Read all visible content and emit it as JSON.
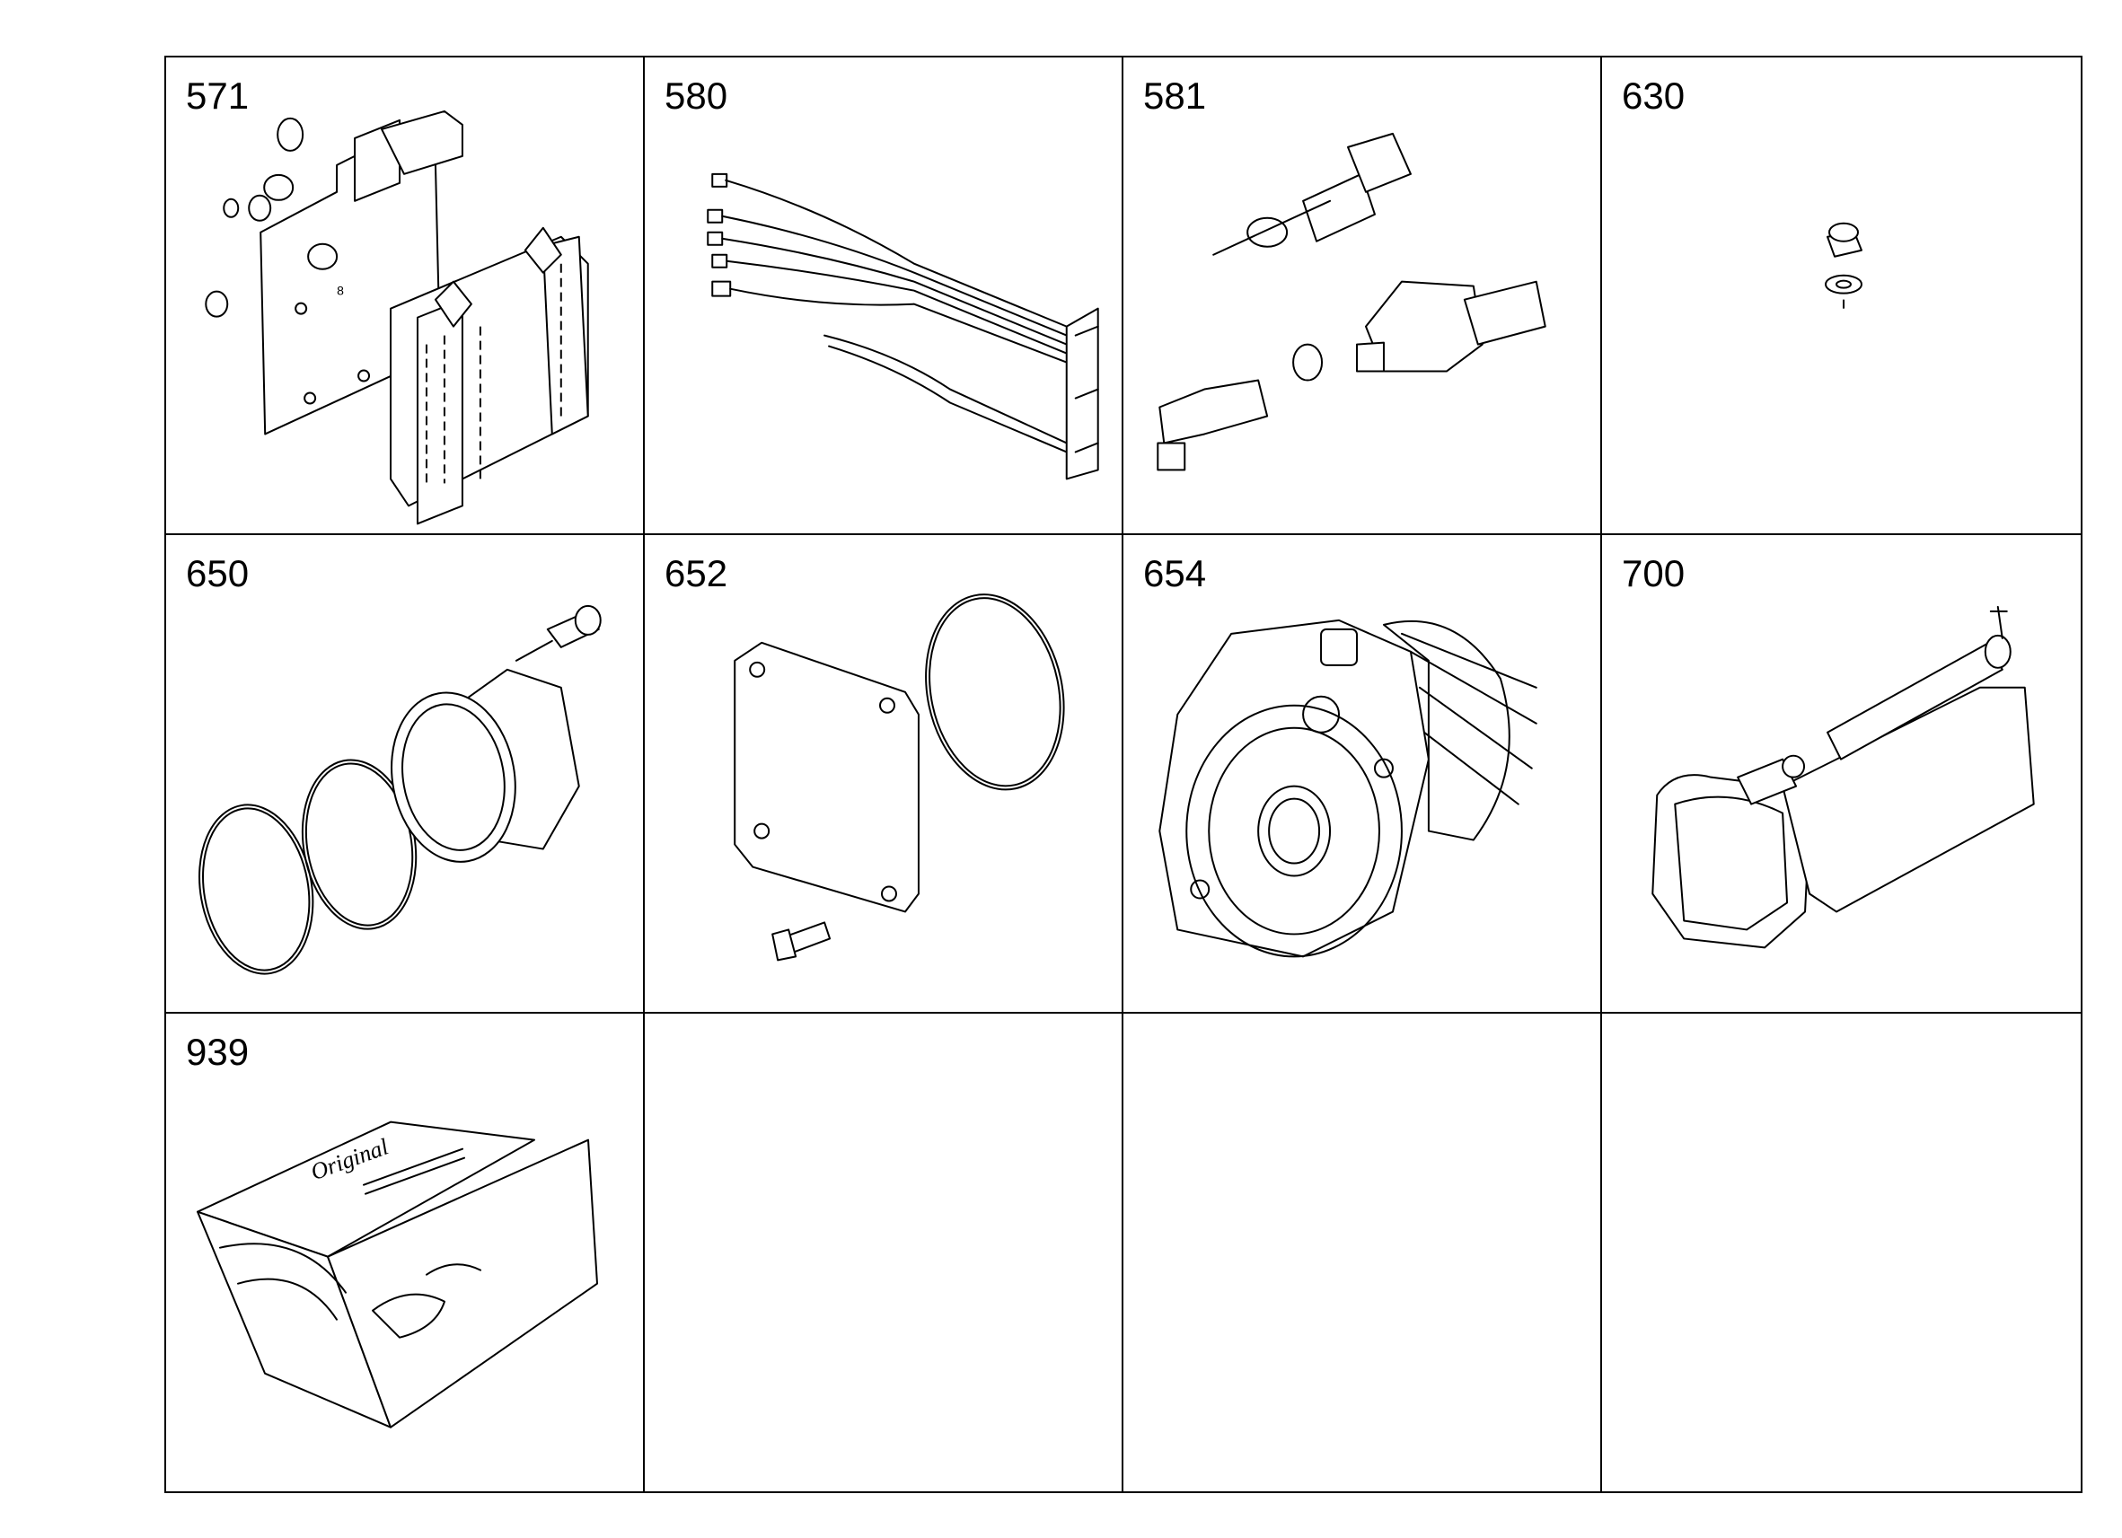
{
  "parts": [
    {
      "number": "571",
      "icon": "circuit-board-bracket-icon"
    },
    {
      "number": "580",
      "icon": "wiring-harness-icon"
    },
    {
      "number": "581",
      "icon": "sensor-switches-icon"
    },
    {
      "number": "630",
      "icon": "plug-screw-washer-icon"
    },
    {
      "number": "650",
      "icon": "flange-seal-rings-icon"
    },
    {
      "number": "652",
      "icon": "cover-plate-oring-icon"
    },
    {
      "number": "654",
      "icon": "gear-pump-icon"
    },
    {
      "number": "700",
      "icon": "actuator-housing-icon"
    },
    {
      "number": "939",
      "icon": "repair-kit-box-icon"
    },
    {
      "number": "",
      "icon": ""
    },
    {
      "number": "",
      "icon": ""
    },
    {
      "number": "",
      "icon": ""
    }
  ],
  "kit_box": {
    "logo_text": "Original"
  }
}
